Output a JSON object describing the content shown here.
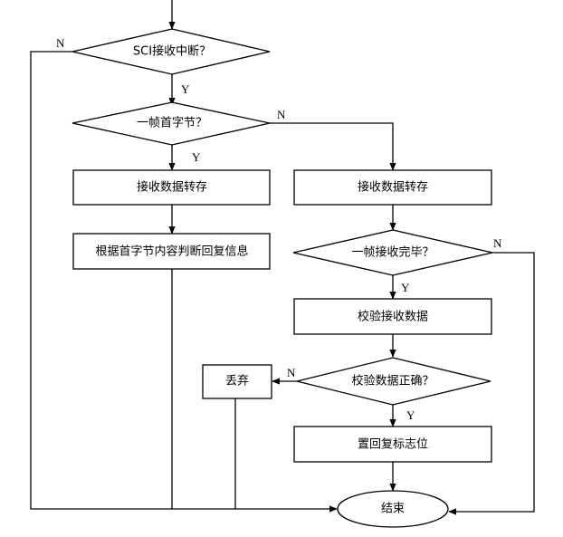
{
  "nodes": {
    "sci_interrupt": "SCI接收中断？",
    "first_byte": "一帧首字节？",
    "store_left": "接收数据转存",
    "store_right": "接收数据转存",
    "judge_reply": "根据首字节内容判断回复信息",
    "frame_done": "一帧接收完毕？",
    "verify": "校验接收数据",
    "verify_ok": "校验数据正确？",
    "discard": "丢弃",
    "set_flag": "置回复标志位",
    "end": "结束"
  },
  "edge_labels": {
    "sci_no": "N",
    "sci_yes": "Y",
    "first_no": "N",
    "first_yes": "Y",
    "frame_no": "N",
    "frame_yes": "Y",
    "verify_no": "N",
    "verify_yes": "Y"
  }
}
